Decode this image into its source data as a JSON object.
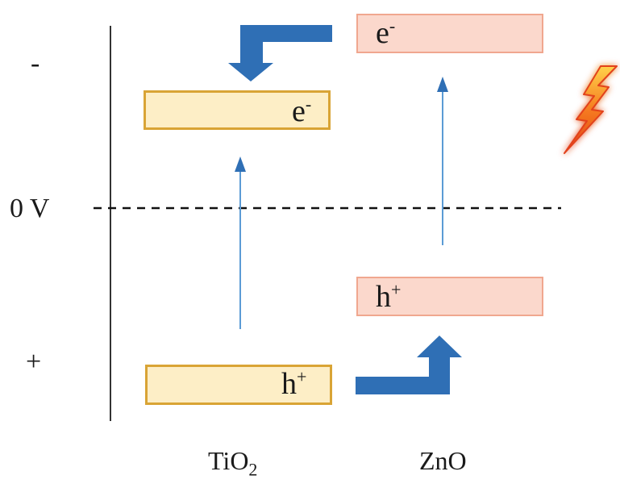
{
  "axis": {
    "negative_label": "-",
    "zero_label": "0 V",
    "positive_label": "+"
  },
  "tio2": {
    "name_main": "TiO",
    "name_sub": "2",
    "cb_label_main": "e",
    "cb_label_sup": "-",
    "vb_label_main": "h",
    "vb_label_sup": "+"
  },
  "zno": {
    "name": "ZnO",
    "cb_label_main": "e",
    "cb_label_sup": "-",
    "vb_label_main": "h",
    "vb_label_sup": "+"
  },
  "colors": {
    "transfer_arrow": "#2f6fb5",
    "excitation_arrow": "#5b9bd5",
    "lightning": "#f15a24",
    "tio2_band_fill": "#fdeec6",
    "tio2_band_border": "#d9a435",
    "zno_band_fill": "#fbd8cc",
    "zno_band_border": "#f0a78f"
  },
  "icons": {
    "light": "lightning-icon"
  }
}
